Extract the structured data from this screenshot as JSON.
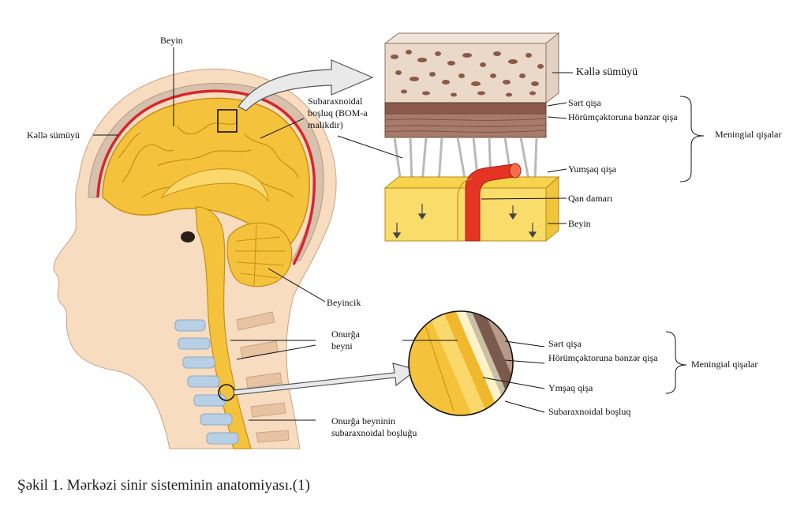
{
  "labels": {
    "beyin_top": "Beyin",
    "kelle_left": "Kəllə sümüyü",
    "subarachnoid_top": "Subaraxnoidal boşluq (BOM-a malikdir)",
    "kelle_right": "Kəllə sümüyü",
    "sert_1": "Sərt qişa",
    "horumcek_1": "Hörümçəktoruna bənzər qişa",
    "meningial_1": "Meningial qişalar",
    "yumsaq_1": "Yumşaq qişa",
    "qan_damari": "Qan damarı",
    "beyin_right": "Beyin",
    "beyincik": "Beyincik",
    "onurga_beyni": "Onurğa beyni",
    "sert_2": "Sərt qişa",
    "horumcek_2": "Hörümçəktoruna bənzər qişa",
    "meningial_2": "Meningial qişalar",
    "ymsaq_2": "Ymşaq qişa",
    "subarachnoid_2": "Subaraxnoidal boşluq",
    "onurga_subarachnoid": "Onurğa beyninin subaraxnoidal boşluğu"
  },
  "caption": "Şəkil 1. Mərkəzi sinir sisteminin anatomiyası.(1)",
  "colors": {
    "skin": "#f7dcc0",
    "skin_shadow": "#e8c3a2",
    "brain": "#f5c23c",
    "brain_light": "#fbd86b",
    "fold_line": "#c98e14",
    "dura_red": "#d7262a",
    "skull": "#d7c0ac",
    "vessel_red": "#e53424",
    "vertebra": "#b8d0e6",
    "bone_dark": "#6d4b3c"
  }
}
